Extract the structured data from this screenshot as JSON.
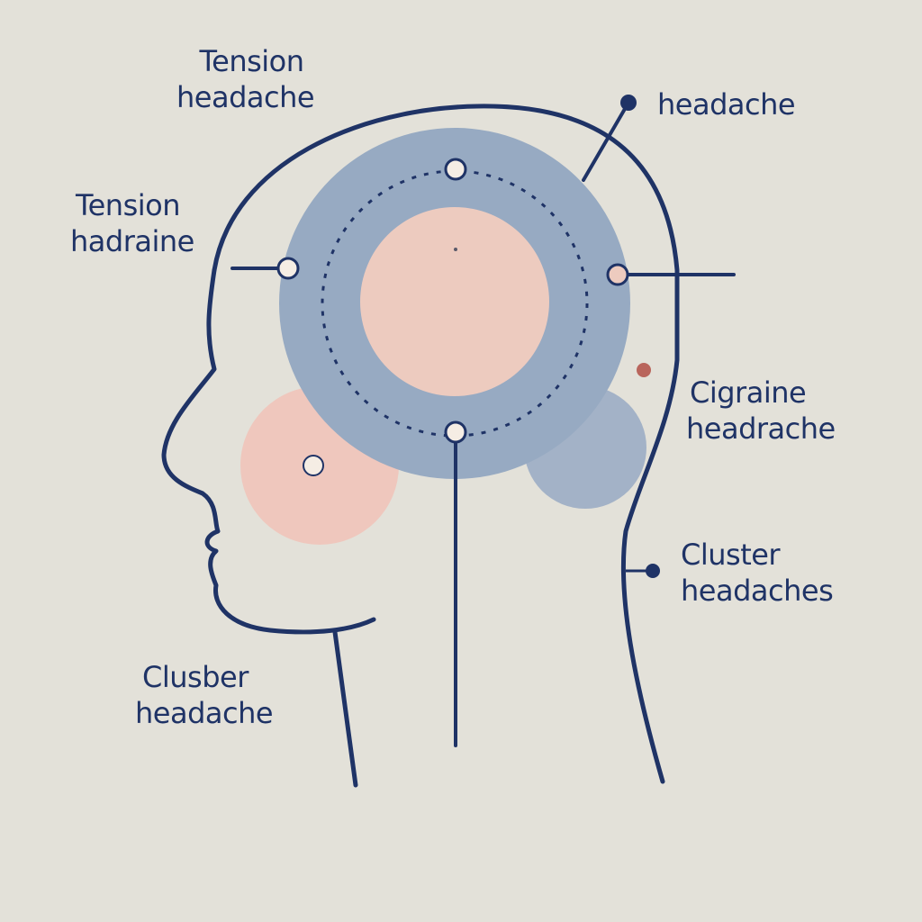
{
  "colors": {
    "background": "#e3e1d9",
    "outline": "#1f3366",
    "text": "#1f3366",
    "ring": "#97aac2",
    "inner_disc": "#edcbbf",
    "cheek_disc": "#efc7bd",
    "nape_disc": "#a3b2c7",
    "marker_fill": "#f5ede4",
    "accent_dot": "#b9655c"
  },
  "labels": {
    "tension_top": {
      "line1": "Tension",
      "line2": "headache"
    },
    "tension_left": {
      "line1": "Tension",
      "line2": "hadraine"
    },
    "headache_top_right": {
      "line1": "headache"
    },
    "migraine_right": {
      "line1": "Cigraine",
      "line2": "headrache"
    },
    "cluster_right": {
      "line1": "Cluster",
      "line2": "headaches"
    },
    "cluster_bottom_left": {
      "line1": "Clusber",
      "line2": "headache"
    }
  }
}
